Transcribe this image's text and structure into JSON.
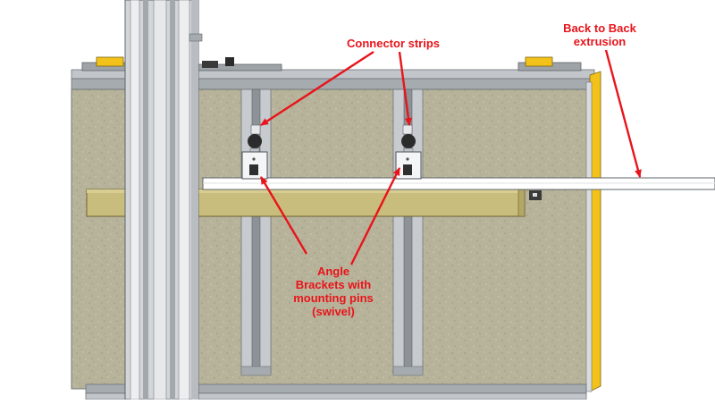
{
  "labels": {
    "connector_strips": "Connector strips",
    "back_to_back_line1": "Back to Back",
    "back_to_back_line2": "extrusion",
    "angle_line1": "Angle",
    "angle_line2": "Brackets with",
    "angle_line3": "mounting pins",
    "angle_line4": "(swivel)"
  },
  "colors": {
    "annotation": "#e8141b",
    "panel": "#b8b49a",
    "frame": "#9aa0a6",
    "wood": "#c9bd7e",
    "yellow_edge": "#f2c21b",
    "extrusion": "#ffffff"
  }
}
